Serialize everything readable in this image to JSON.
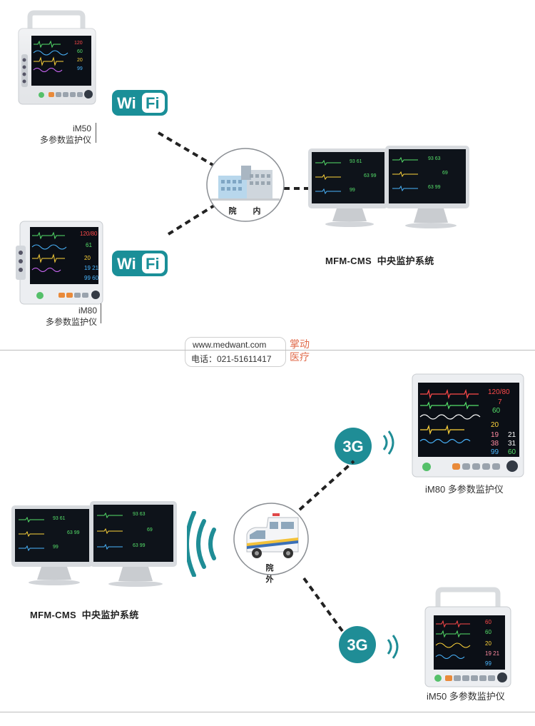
{
  "top": {
    "device1": {
      "model": "iM50",
      "desc": "多参数监护仪"
    },
    "device2": {
      "model": "iM80",
      "desc": "多参数监护仪"
    },
    "wifi_text": "Wi",
    "wifi_fi": "Fi",
    "hub_label": "院 内",
    "cms_label": "MFM-CMS  中央监护系统"
  },
  "watermark": {
    "url": "www.medwant.com",
    "phone": "电话：021-51611417",
    "brand_line1": "掌动",
    "brand_line2": "医疗"
  },
  "bottom": {
    "cms_label": "MFM-CMS  中央监护系统",
    "hub_label": "院 外",
    "badge_3g": "3G",
    "device_top": "iM80 多参数监护仪",
    "device_bottom": "iM50 多参数监护仪"
  },
  "monitor_readings": {
    "nibp": "120/80",
    "hr": "7",
    "spo2": "60",
    "temp": "20",
    "r1": "19",
    "r2": "21",
    "r3": "38",
    "r4": "31",
    "r5": "99",
    "r6": "60"
  },
  "colors": {
    "teal": "#1f8d96",
    "wifi_teal": "#1a8f98",
    "dash": "#222222"
  }
}
